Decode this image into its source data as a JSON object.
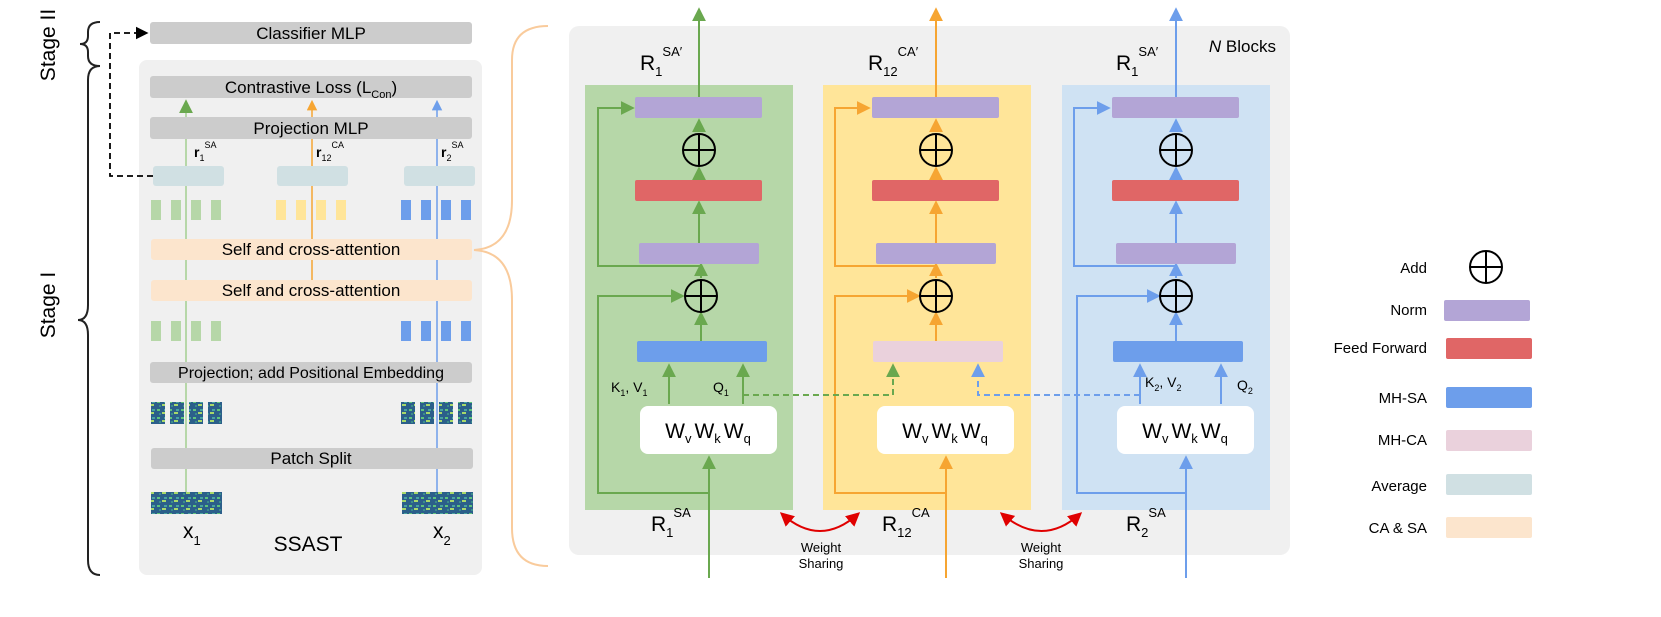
{
  "stages": {
    "stage2": "Stage II",
    "stage1": "Stage I"
  },
  "left": {
    "classifier": "Classifier MLP",
    "contrastive_loss": "Contrastive Loss (L",
    "contrastive_loss_sub": "Con",
    "contrastive_loss_close": ")",
    "projection_mlp": "Projection MLP",
    "r1_sa": {
      "base": "r",
      "sub": "1",
      "sup": "SA"
    },
    "r12_ca": {
      "base": "r",
      "sub": "12",
      "sup": "CA"
    },
    "r2_sa": {
      "base": "r",
      "sub": "2",
      "sup": "SA"
    },
    "self_cross_1": "Self and cross-attention",
    "self_cross_2": "Self and cross-attention",
    "projection_pos": "Projection; add Positional Embedding",
    "patch_split": "Patch Split",
    "x1": {
      "base": "x",
      "sub": "1"
    },
    "x2": {
      "base": "x",
      "sub": "2"
    },
    "ssast": "SSAST"
  },
  "blocks": {
    "n_blocks_italic": "N",
    "n_blocks_rest": " Blocks",
    "weight_sharing_1": "Weight",
    "weight_sharing_2": "Sharing",
    "outputs": [
      {
        "base": "R",
        "sub": "1",
        "sup": "SA′"
      },
      {
        "base": "R",
        "sub": "12",
        "sup": "CA′"
      },
      {
        "base": "R",
        "sub": "1",
        "sup": "SA′"
      }
    ],
    "inputs": [
      {
        "base": "R",
        "sub": "1",
        "sup": "SA"
      },
      {
        "base": "R",
        "sub": "12",
        "sup": "CA"
      },
      {
        "base": "R",
        "sub": "2",
        "sup": "SA"
      }
    ],
    "weights": {
      "w": "W",
      "v": "v",
      "k": "k",
      "q": "q"
    },
    "kv1": {
      "k": "K",
      "ks": "1",
      "v": ", V",
      "vs": "1"
    },
    "q1": {
      "q": "Q",
      "qs": "1"
    },
    "kv2": {
      "k": "K",
      "ks": "2",
      "v": ", V",
      "vs": "2"
    },
    "q2": {
      "q": "Q",
      "qs": "2"
    }
  },
  "legend": [
    {
      "label": "Add",
      "color": "#000000",
      "kind": "add"
    },
    {
      "label": "Norm",
      "color": "#b3a5d6"
    },
    {
      "label": "Feed Forward",
      "color": "#e06666"
    },
    {
      "label": "MH-SA",
      "color": "#6d9eeb"
    },
    {
      "label": "MH-CA",
      "color": "#ead1dc"
    },
    {
      "label": "Average",
      "color": "#d0e0e3"
    },
    {
      "label": "CA & SA",
      "color": "#fce5cd"
    }
  ],
  "colors": {
    "green": "#6aa84f",
    "orange": "#f6a532",
    "blue": "#6d9eeb",
    "green_bg": "#b6d7a8",
    "yellow_bg": "#ffe599",
    "blue_bg": "#cfe2f3",
    "gray_bar": "#cccccc",
    "panel": "#f0f0f0"
  }
}
